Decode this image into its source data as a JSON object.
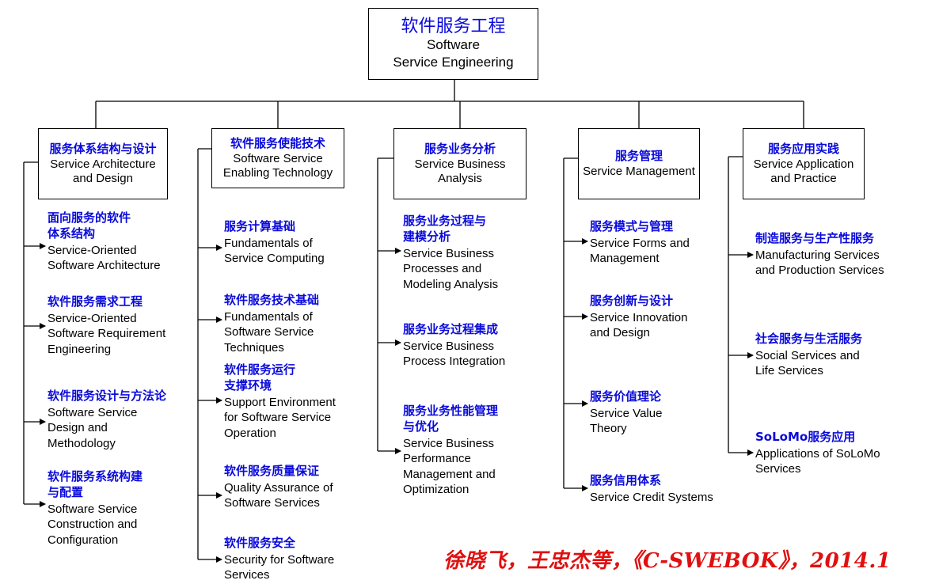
{
  "root": {
    "zh": "软件服务工程",
    "en": "Software\nService Engineering"
  },
  "columns": [
    {
      "zh": "服务体系结构与设计",
      "en": "Service Architecture and Design",
      "items": [
        {
          "zh": "面向服务的软件\n体系结构",
          "en": "Service-Oriented\nSoftware Architecture"
        },
        {
          "zh": "软件服务需求工程",
          "en": "Service-Oriented\nSoftware Requirement\nEngineering"
        },
        {
          "zh": "软件服务设计与方法论",
          "en": "Software Service\nDesign and\nMethodology"
        },
        {
          "zh": "软件服务系统构建\n与配置",
          "en": "Software Service\nConstruction and\nConfiguration"
        }
      ]
    },
    {
      "zh": "软件服务使能技术",
      "en": "Software Service Enabling Technology",
      "items": [
        {
          "zh": "服务计算基础",
          "en": "Fundamentals of\nService Computing"
        },
        {
          "zh": "软件服务技术基础",
          "en": "Fundamentals of\nSoftware Service\nTechniques"
        },
        {
          "zh": "软件服务运行\n支撑环境",
          "en": "Support Environment\nfor Software Service\nOperation"
        },
        {
          "zh": "软件服务质量保证",
          "en": "Quality Assurance of\nSoftware Services"
        },
        {
          "zh": "软件服务安全",
          "en": "Security for Software\nServices"
        }
      ]
    },
    {
      "zh": "服务业务分析",
      "en": "Service Business Analysis",
      "items": [
        {
          "zh": "服务业务过程与\n建模分析",
          "en": "Service Business\nProcesses and\nModeling Analysis"
        },
        {
          "zh": "服务业务过程集成",
          "en": "Service Business\nProcess Integration"
        },
        {
          "zh": "服务业务性能管理\n与优化",
          "en": "Service Business\nPerformance\nManagement and\nOptimization"
        }
      ]
    },
    {
      "zh": "服务管理",
      "en": "Service Management",
      "items": [
        {
          "zh": "服务模式与管理",
          "en": "Service Forms and\nManagement"
        },
        {
          "zh": "服务创新与设计",
          "en": "Service Innovation\nand Design"
        },
        {
          "zh": "服务价值理论",
          "en": "Service Value\nTheory"
        },
        {
          "zh": "服务信用体系",
          "en": "Service Credit Systems"
        }
      ]
    },
    {
      "zh": "服务应用实践",
      "en": "Service Application and Practice",
      "items": [
        {
          "zh": "制造服务与生产性服务",
          "en": "Manufacturing Services\nand Production Services"
        },
        {
          "zh": "社会服务与生活服务",
          "en": "Social Services and\nLife Services"
        },
        {
          "zh": "SoLoMo服务应用",
          "en": "Applications of SoLoMo\nServices"
        }
      ]
    }
  ],
  "credit": "徐晓飞，王忠杰等，《C-SWEBOK》，2014.1"
}
